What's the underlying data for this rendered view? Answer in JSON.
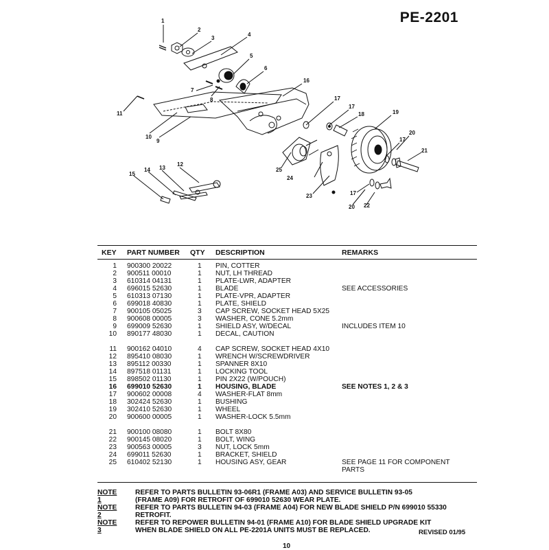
{
  "document": {
    "id": "PE-2201",
    "page_number": "10",
    "revised": "REVISED 01/95"
  },
  "diagram": {
    "callouts": [
      "1",
      "2",
      "3",
      "4",
      "5",
      "6",
      "7",
      "8",
      "9",
      "10",
      "11",
      "12",
      "13",
      "14",
      "15",
      "16",
      "17",
      "17",
      "17",
      "17",
      "18",
      "19",
      "20",
      "20",
      "21",
      "22",
      "23",
      "24",
      "25"
    ]
  },
  "table": {
    "headers": {
      "key": "KEY",
      "part_number": "PART NUMBER",
      "qty": "QTY",
      "description": "DESCRIPTION",
      "remarks": "REMARKS"
    },
    "rows": [
      {
        "key": "1",
        "part": "900300 20022",
        "qty": "1",
        "desc": "PIN, COTTER",
        "remarks": ""
      },
      {
        "key": "2",
        "part": "900511 00010",
        "qty": "1",
        "desc": "NUT, LH THREAD",
        "remarks": ""
      },
      {
        "key": "3",
        "part": "610314 04131",
        "qty": "1",
        "desc": "PLATE-LWR, ADAPTER",
        "remarks": ""
      },
      {
        "key": "4",
        "part": "696015 52630",
        "qty": "1",
        "desc": "BLADE",
        "remarks": "SEE  ACCESSORIES"
      },
      {
        "key": "5",
        "part": "610313 07130",
        "qty": "1",
        "desc": "PLATE-VPR,  ADAPTER",
        "remarks": ""
      },
      {
        "key": "6",
        "part": "699018 40830",
        "qty": "1",
        "desc": "PLATE, SHIELD",
        "remarks": ""
      },
      {
        "key": "7",
        "part": "900105 05025",
        "qty": "3",
        "desc": "CAP SCREW, SOCKET HEAD 5X25",
        "remarks": ""
      },
      {
        "key": "8",
        "part": "900608 00005",
        "qty": "3",
        "desc": "WASHER, CONE   5.2mm",
        "remarks": ""
      },
      {
        "key": "9",
        "part": "699009 52630",
        "qty": "1",
        "desc": "SHIELD ASY,  W/DECAL",
        "remarks": "INCLUDES ITEM 10"
      },
      {
        "key": "10",
        "part": "890177 48030",
        "qty": "1",
        "desc": "DECAL, CAUTION",
        "remarks": ""
      },
      {
        "key": "11",
        "part": "900162 04010",
        "qty": "4",
        "desc": "CAP SCREW, SOCKET HEAD 4X10",
        "remarks": ""
      },
      {
        "key": "12",
        "part": "895410 08030",
        "qty": "1",
        "desc": "WRENCH W/SCREWDRIVER",
        "remarks": ""
      },
      {
        "key": "13",
        "part": "895112 00330",
        "qty": "1",
        "desc": "SPANNER  8X10",
        "remarks": ""
      },
      {
        "key": "14",
        "part": "897518 01131",
        "qty": "1",
        "desc": "LOCKING TOOL",
        "remarks": ""
      },
      {
        "key": "15",
        "part": "898502 01130",
        "qty": "1",
        "desc": "PIN  2X22 (W/POUCH)",
        "remarks": ""
      },
      {
        "key": "16",
        "part": "699010 52630",
        "qty": "1",
        "desc": "HOUSING, BLADE",
        "remarks": "SEE NOTES 1,  2 & 3"
      },
      {
        "key": "17",
        "part": "900602 00008",
        "qty": "4",
        "desc": "WASHER-FLAT  8mm",
        "remarks": ""
      },
      {
        "key": "18",
        "part": "302424 52630",
        "qty": "1",
        "desc": "BUSHING",
        "remarks": ""
      },
      {
        "key": "19",
        "part": "302410 52630",
        "qty": "1",
        "desc": "WHEEL",
        "remarks": ""
      },
      {
        "key": "20",
        "part": "900600 00005",
        "qty": "1",
        "desc": "WASHER-LOCK  5.5mm",
        "remarks": ""
      },
      {
        "key": "21",
        "part": "900100 08080",
        "qty": "1",
        "desc": "BOLT  8X80",
        "remarks": ""
      },
      {
        "key": "22",
        "part": "900145 08020",
        "qty": "1",
        "desc": "BOLT, WING",
        "remarks": ""
      },
      {
        "key": "23",
        "part": "900563 00005",
        "qty": "3",
        "desc": "NUT, LOCK  5mm",
        "remarks": ""
      },
      {
        "key": "24",
        "part": "699011 52630",
        "qty": "1",
        "desc": "BRACKET,  SHIELD",
        "remarks": ""
      },
      {
        "key": "25",
        "part": "610402 52130",
        "qty": "1",
        "desc": "HOUSING ASY, GEAR",
        "remarks": "SEE PAGE 11 FOR  COMPONENT",
        "remarks2": "PARTS"
      }
    ]
  },
  "notes": [
    {
      "label": "NOTE 1",
      "lines": [
        "REFER TO PARTS BULLETIN 93-06R1 (FRAME A03) AND SERVICE BULLETIN 93-05",
        "(FRAME A09) FOR RETROFIT OF 699010 52630 WEAR PLATE."
      ]
    },
    {
      "label": "NOTE 2",
      "lines": [
        "REFER TO PARTS BULLETIN 94-03 (FRAME A04) FOR NEW BLADE SHIELD P/N 699010 55330",
        "RETROFIT."
      ]
    },
    {
      "label": "NOTE 3",
      "lines": [
        "REFER TO REPOWER BULLETIN 94-01 (FRAME A10) FOR BLADE SHIELD UPGRADE KIT",
        "WHEN BLADE SHIELD ON ALL PE-2201A UNITS MUST BE REPLACED."
      ]
    }
  ]
}
